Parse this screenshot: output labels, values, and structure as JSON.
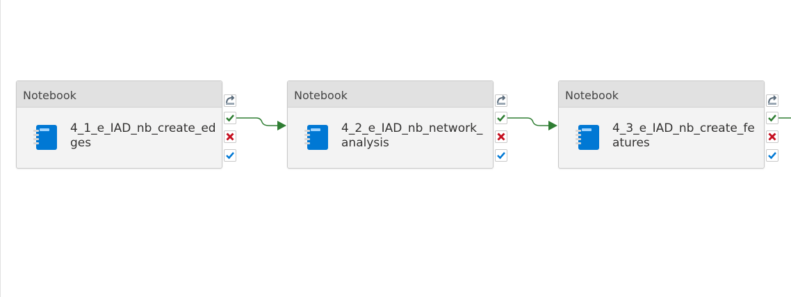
{
  "canvas": {
    "activities": [
      {
        "type_label": "Notebook",
        "name": "4_1_e_IAD_nb_create_edges"
      },
      {
        "type_label": "Notebook",
        "name": "4_2_e_IAD_nb_network_analysis"
      },
      {
        "type_label": "Notebook",
        "name": "4_3_e_IAD_nb_create_features"
      }
    ],
    "ports": [
      "skip-port",
      "success-port",
      "failure-port",
      "completion-port"
    ],
    "colors": {
      "success": "#2e7d32",
      "failure": "#c50f1f",
      "completion": "#0078d4",
      "skip": "#5a6b7b",
      "notebook": "#0078d4"
    }
  }
}
